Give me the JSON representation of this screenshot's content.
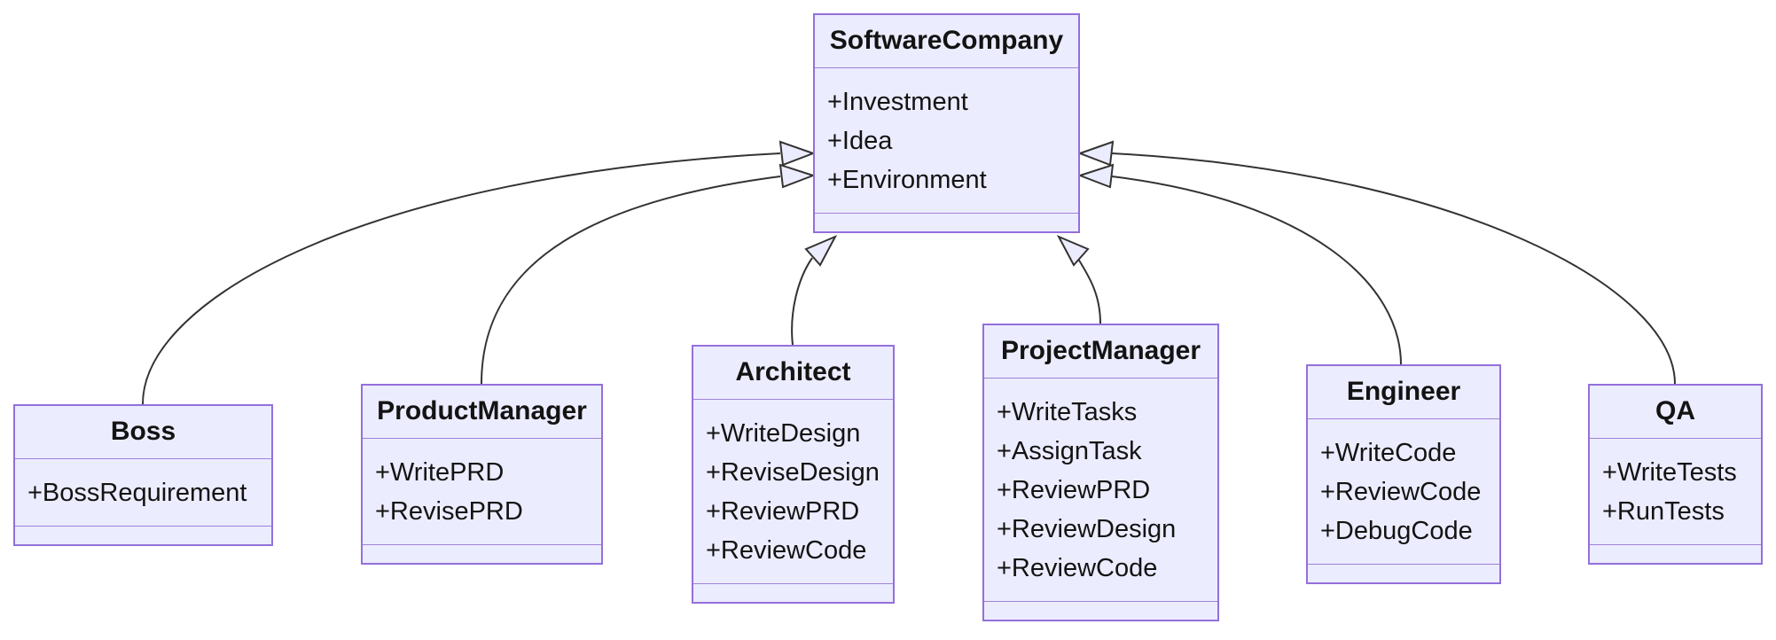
{
  "diagram": {
    "kind": "uml-class-diagram",
    "classes": [
      {
        "name": "SoftwareCompany",
        "members": [
          "+Investment",
          "+Idea",
          "+Environment"
        ]
      },
      {
        "name": "Boss",
        "members": [
          "+BossRequirement"
        ]
      },
      {
        "name": "ProductManager",
        "members": [
          "+WritePRD",
          "+RevisePRD"
        ]
      },
      {
        "name": "Architect",
        "members": [
          "+WriteDesign",
          "+ReviseDesign",
          "+ReviewPRD",
          "+ReviewCode"
        ]
      },
      {
        "name": "ProjectManager",
        "members": [
          "+WriteTasks",
          "+AssignTask",
          "+ReviewPRD",
          "+ReviewDesign",
          "+ReviewCode"
        ]
      },
      {
        "name": "Engineer",
        "members": [
          "+WriteCode",
          "+ReviewCode",
          "+DebugCode"
        ]
      },
      {
        "name": "QA",
        "members": [
          "+WriteTests",
          "+RunTests"
        ]
      }
    ],
    "relationships": [
      {
        "from": "Boss",
        "to": "SoftwareCompany",
        "type": "inheritance"
      },
      {
        "from": "ProductManager",
        "to": "SoftwareCompany",
        "type": "inheritance"
      },
      {
        "from": "Architect",
        "to": "SoftwareCompany",
        "type": "inheritance"
      },
      {
        "from": "ProjectManager",
        "to": "SoftwareCompany",
        "type": "inheritance"
      },
      {
        "from": "Engineer",
        "to": "SoftwareCompany",
        "type": "inheritance"
      },
      {
        "from": "QA",
        "to": "SoftwareCompany",
        "type": "inheritance"
      }
    ],
    "colors": {
      "node_fill": "#ECECFF",
      "node_border": "#9370DB",
      "divider": "#9F82D8",
      "edge": "#333333",
      "text": "#131313",
      "background": "#FFFFFF"
    }
  }
}
